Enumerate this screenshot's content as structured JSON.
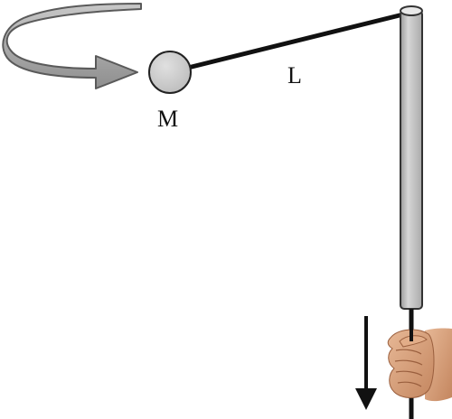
{
  "labels": {
    "length": "L",
    "mass": "M"
  },
  "colors": {
    "arrow_fill": "#a8a8a8",
    "arrow_stroke": "#5a5a5a",
    "mass_fill": "#cccccc",
    "mass_stroke": "#222222",
    "string": "#111111",
    "tube_fill": "#c4c4c4",
    "tube_stroke": "#333333",
    "pull_arrow": "#111111",
    "skin": "#d9a27c"
  },
  "icons": {
    "rotation_arrow": "curved-rotation-arrow",
    "pull_arrow": "down-arrow",
    "hand": "hand"
  }
}
